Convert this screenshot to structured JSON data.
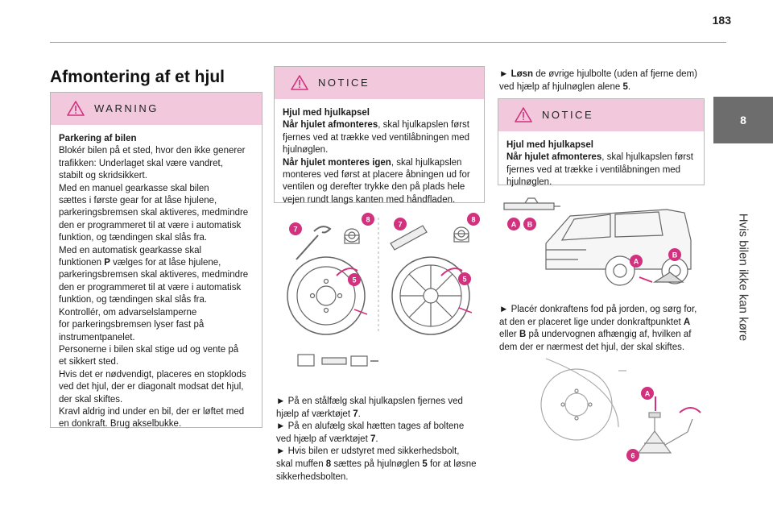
{
  "page": {
    "number": "183"
  },
  "side_tab": {
    "chapter": "8",
    "title": "Hvis bilen ikke kan køre"
  },
  "heading": "Afmontering af et hjul",
  "warning": {
    "label": "WARNING",
    "lines": [
      [
        {
          "t": "Parkering af bilen",
          "b": true
        }
      ],
      [
        {
          "t": "Blokér bilen på et sted, hvor den ikke generer"
        }
      ],
      [
        {
          "t": "trafikken: Underlaget skal være vandret,"
        }
      ],
      [
        {
          "t": "stabilt og skridsikkert."
        }
      ],
      [
        {
          "t": "Med en manuel gearkasse skal bilen"
        }
      ],
      [
        {
          "t": "sættes i første gear for at låse hjulene,"
        }
      ],
      [
        {
          "t": "parkeringsbremsen skal aktiveres, medmindre"
        }
      ],
      [
        {
          "t": "den er programmeret til at være i automatisk"
        }
      ],
      [
        {
          "t": "funktion, og tændingen skal slås fra."
        }
      ],
      [
        {
          "t": "Med en automatisk gearkasse skal"
        }
      ],
      [
        {
          "t": "funktionen "
        },
        {
          "t": "P",
          "b": true
        },
        {
          "t": " vælges for at låse hjulene,"
        }
      ],
      [
        {
          "t": "parkeringsbremsen skal aktiveres, medmindre"
        }
      ],
      [
        {
          "t": "den er programmeret til at være i automatisk"
        }
      ],
      [
        {
          "t": "funktion, og tændingen skal slås fra."
        }
      ],
      [
        {
          "t": "Kontrollér, om advarselslamperne"
        }
      ],
      [
        {
          "t": "for parkeringsbremsen lyser fast på"
        }
      ],
      [
        {
          "t": "instrumentpanelet."
        }
      ],
      [
        {
          "t": "Personerne i bilen skal stige ud og vente på"
        }
      ],
      [
        {
          "t": "et sikkert sted."
        }
      ],
      [
        {
          "t": "Hvis det er nødvendigt, placeres en stopklods"
        }
      ],
      [
        {
          "t": "ved det hjul, der er diagonalt modsat det hjul,"
        }
      ],
      [
        {
          "t": "der skal skiftes."
        }
      ],
      [
        {
          "t": "Kravl aldrig ind under en bil, der er løftet med"
        }
      ],
      [
        {
          "t": "en donkraft. Brug akselbukke."
        }
      ]
    ]
  },
  "notice1": {
    "label": "NOTICE",
    "lines": [
      [
        {
          "t": "Hjul med hjulkapsel",
          "b": true
        }
      ],
      [
        {
          "t": "Når hjulet afmonteres",
          "b": true
        },
        {
          "t": ", skal hjulkapslen først"
        }
      ],
      [
        {
          "t": "fjernes ved at trække ved ventilåbningen med"
        }
      ],
      [
        {
          "t": "hjulnøglen."
        }
      ],
      [
        {
          "t": "Når hjulet monteres igen",
          "b": true
        },
        {
          "t": ", skal hjulkapslen"
        }
      ],
      [
        {
          "t": "monteres ved først at placere åbningen ud for"
        }
      ],
      [
        {
          "t": "ventilen og derefter trykke den på plads hele"
        }
      ],
      [
        {
          "t": "vejen rundt langs kanten med håndfladen."
        }
      ]
    ]
  },
  "middle_text": {
    "lines": [
      [
        {
          "t": "►  På en stålfælg skal hjulkapslen fjernes ved"
        }
      ],
      [
        {
          "t": "hjælp af værktøjet "
        },
        {
          "t": "7",
          "b": true
        },
        {
          "t": "."
        }
      ],
      [
        {
          "t": "►  På en alufælg skal hætten tages af boltene"
        }
      ],
      [
        {
          "t": "ved hjælp af værktøjet "
        },
        {
          "t": "7",
          "b": true
        },
        {
          "t": "."
        }
      ],
      [
        {
          "t": "►  Hvis bilen er udstyret med sikkerhedsbolt,"
        }
      ],
      [
        {
          "t": "skal muffen "
        },
        {
          "t": "8",
          "b": true
        },
        {
          "t": " sættes på hjulnøglen "
        },
        {
          "t": "5",
          "b": true
        },
        {
          "t": " for at løsne"
        }
      ],
      [
        {
          "t": "sikkerhedsbolten."
        }
      ]
    ]
  },
  "right_top_text": {
    "lines": [
      [
        {
          "t": "►  "
        },
        {
          "t": "Løsn",
          "b": true
        },
        {
          "t": " de øvrige hjulbolte (uden af fjerne dem)"
        }
      ],
      [
        {
          "t": "ved hjælp af hjulnøglen alene "
        },
        {
          "t": "5",
          "b": true
        },
        {
          "t": "."
        }
      ]
    ]
  },
  "notice2": {
    "label": "NOTICE",
    "lines": [
      [
        {
          "t": "Hjul med hjulkapsel",
          "b": true
        }
      ],
      [
        {
          "t": "Når hjulet afmonteres",
          "b": true
        },
        {
          "t": ", skal hjulkapslen først"
        }
      ],
      [
        {
          "t": "fjernes ved at trække i ventilåbningen med"
        }
      ],
      [
        {
          "t": "hjulnøglen."
        }
      ]
    ]
  },
  "right_mid_text": {
    "lines": [
      [
        {
          "t": "►  Placér donkraftens fod på jorden, og sørg for,"
        }
      ],
      [
        {
          "t": "at den er placeret lige under donkraftpunktet "
        },
        {
          "t": "A",
          "b": true
        }
      ],
      [
        {
          "t": "eller "
        },
        {
          "t": "B",
          "b": true
        },
        {
          "t": " på undervognen afhængig af, hvilken af"
        }
      ],
      [
        {
          "t": "dem der er nærmest det hjul, der skal skiftes."
        }
      ]
    ]
  },
  "illustrations": {
    "wheels": {
      "callouts": [
        "7",
        "8",
        "7",
        "8",
        "5",
        "5"
      ]
    },
    "car": {
      "callouts": [
        "A",
        "B",
        "A",
        "B"
      ]
    },
    "jack": {
      "callouts": [
        "A",
        "6"
      ]
    }
  },
  "colors": {
    "accent_pink": "#f2c9dc",
    "callout": "#d1317d",
    "tab_grey": "#6d6d6d"
  }
}
